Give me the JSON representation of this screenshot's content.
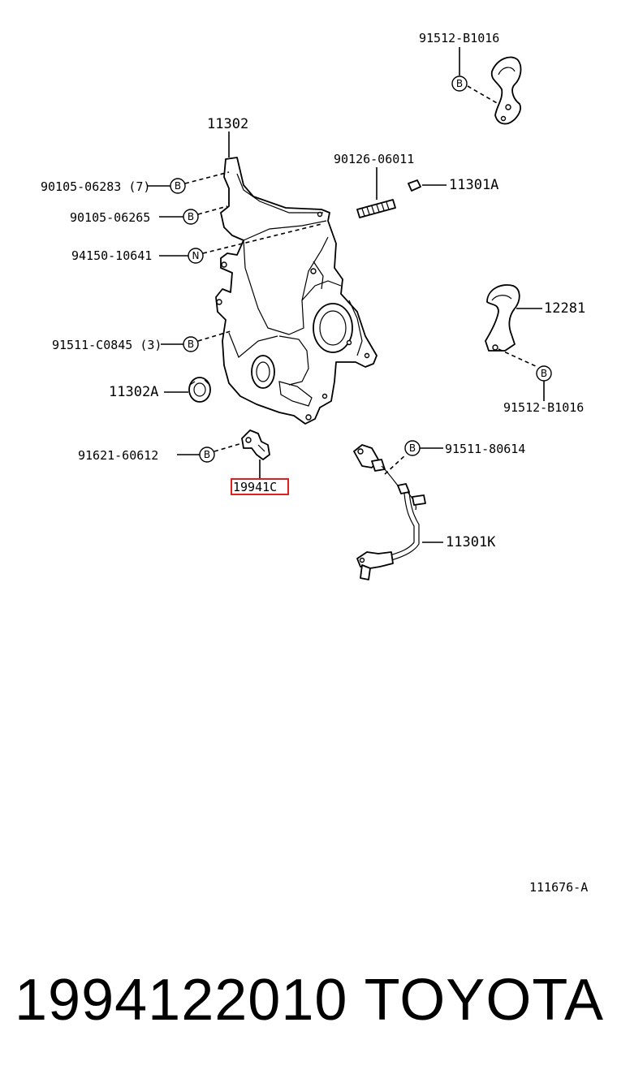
{
  "labels": {
    "bracket_bolt_top": "91512-B1016",
    "cover": "11302",
    "stud": "90126-06011",
    "nut": "11301A",
    "bolt_7": "90105-06283 (7)",
    "bolt_single": "90105-06265",
    "nut_n": "94150-10641",
    "bracket": "12281",
    "bolt_3": "91511-C0845 (3)",
    "bracket_bolt_bottom": "91512-B1016",
    "seal": "11302A",
    "sensor_bolt": "91511-80614",
    "clamp_bolt": "91621-60612",
    "clamp": "19941C",
    "sensor": "11301K",
    "diagram_id": "111676-A"
  },
  "callout_letters": {
    "b": "B",
    "n": "N"
  },
  "footer": {
    "part_number": "1994122010",
    "brand": "TOYOTA"
  },
  "highlight_color": "#e02020"
}
